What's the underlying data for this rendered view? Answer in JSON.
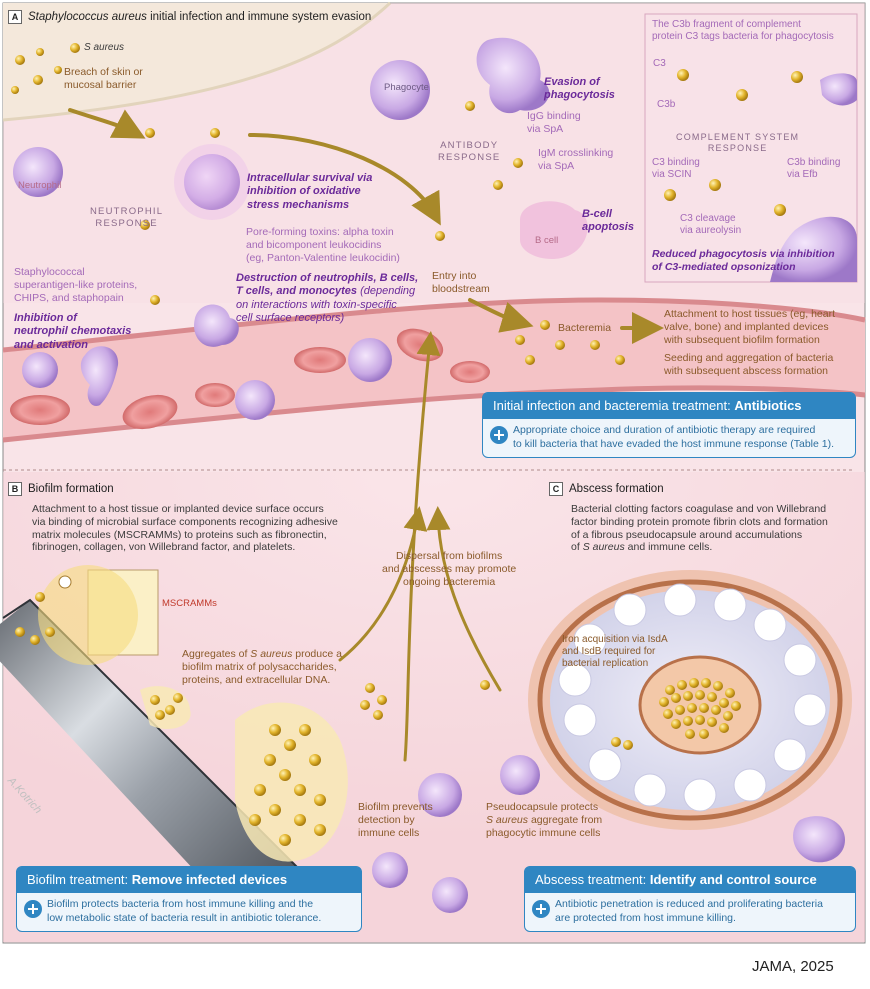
{
  "panel_a": {
    "tag": "A",
    "title_italic": "Staphylococcus aureus",
    "title_rest": " initial infection and immune system evasion",
    "legend_s_aureus": "S aureus",
    "breach": "Breach of skin or\nmucosal barrier",
    "neutrophil": "Neutrophil",
    "phagocyte": "Phagocyte",
    "b_cell": "B cell",
    "neutrophil_response": "NEUTROPHIL\nRESPONSE",
    "antibody_response": "ANTIBODY\nRESPONSE",
    "intracellular": "Intracellular survival via\ninhibition of oxidative\nstress mechanisms",
    "pore_forming": "Pore-forming toxins: alpha toxin\nand bicomponent leukocidins\n(eg, Panton-Valentine leukocidin)",
    "superantigen": "Staphylococcal\nsuperantigen-like proteins,\nCHIPS, and staphopain",
    "inhibition_chemotaxis": "Inhibition of\nneutrophil chemotaxis\nand activation",
    "destruction_bold": "Destruction of neutrophils, B cells,\nT cells, and monocytes",
    "destruction_rest": " (depending\non interactions with toxin-specific\ncell surface receptors)",
    "evasion": "Evasion of\nphagocytosis",
    "igg": "IgG binding\nvia SpA",
    "igm": "IgM crosslinking\nvia SpA",
    "b_cell_apoptosis": "B-cell\napoptosis",
    "entry": "Entry into\nbloodstream",
    "bacteremia": "Bacteremia",
    "attachment": "Attachment to host tissues (eg, heart\nvalve, bone) and implanted devices\nwith subsequent biofilm formation",
    "seeding": "Seeding and aggregation of bacteria\nwith subsequent abscess formation",
    "complement": {
      "intro": "The C3b fragment of complement\nprotein C3 tags bacteria for phagocytosis",
      "c3": "C3",
      "c3b": "C3b",
      "response": "COMPLEMENT SYSTEM\nRESPONSE",
      "scin": "C3 binding\nvia SCIN",
      "efb": "C3b binding\nvia Efb",
      "cleavage": "C3 cleavage\nvia aureolysin",
      "reduced": "Reduced phagocytosis via inhibition\nof C3-mediated opsonization"
    },
    "treatment": {
      "title_plain": "Initial infection and bacteremia treatment: ",
      "title_bold": "Antibiotics",
      "body": "Appropriate choice and duration of antibiotic therapy are required\nto kill bacteria that have evaded the host immune response (Table 1)."
    }
  },
  "panel_b": {
    "tag": "B",
    "title": "Biofilm formation",
    "description": "Attachment to a host tissue or implanted device surface occurs\nvia binding of microbial surface components recognizing adhesive\nmatrix molecules (MSCRAMMs) to proteins such as fibronectin,\nfibrinogen, collagen, von Willebrand factor, and platelets.",
    "mscramms": "MSCRAMMs",
    "aggregates_pre": "Aggregates of ",
    "aggregates_italic": "S aureus",
    "aggregates_post": " produce a\nbiofilm matrix of polysaccharides,\nproteins, and extracellular DNA.",
    "prevents": "Biofilm prevents\ndetection by\nimmune cells",
    "signature": "A.Kotrich",
    "treatment": {
      "title_plain": "Biofilm treatment: ",
      "title_bold": "Remove infected devices",
      "body": "Biofilm protects bacteria from host immune killing and the\nlow metabolic state of bacteria result in antibiotic tolerance."
    }
  },
  "dispersal": "Dispersal from biofilms\nand abscesses may promote\nongoing bacteremia",
  "panel_c": {
    "tag": "C",
    "title": "Abscess formation",
    "description_pre": "Bacterial clotting factors coagulase and von Willebrand\nfactor binding protein promote fibrin clots and formation\nof a fibrous pseudocapsule around accumulations\nof ",
    "description_italic": "S aureus",
    "description_post": " and immune cells.",
    "iron": "Iron acquisition via IsdA\nand IsdB required for\nbacterial replication",
    "pseudocapsule_pre": "Pseudocapsule protects\n",
    "pseudocapsule_italic": "S aureus",
    "pseudocapsule_post": " aggregate from\nphagocytic immune cells",
    "treatment": {
      "title_plain": "Abscess treatment: ",
      "title_bold": "Identify and control source",
      "body": "Antibiotic penetration is reduced and proliferating bacteria\nare protected from host immune killing."
    }
  },
  "credit": "JAMA, 2025",
  "colors": {
    "tissue": "#f6d6dc",
    "blood_vessel": "#e89a9a",
    "bacteria": "#e3b52c",
    "blue_box": "#2f86c2",
    "purple_text": "#6b2a9a",
    "brown_text": "#8a5a2a"
  }
}
